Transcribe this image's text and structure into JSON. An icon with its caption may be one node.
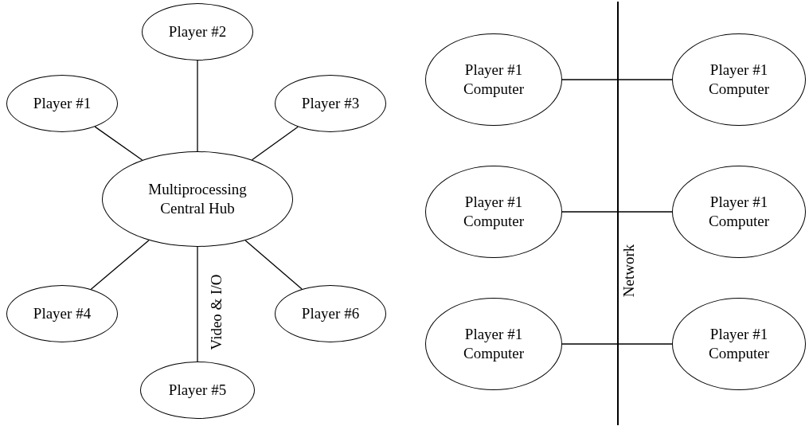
{
  "diagram": {
    "nodes": [
      {
        "text": [
          "Player #1"
        ]
      },
      {
        "text": [
          "Player #2"
        ]
      },
      {
        "text": [
          "Player #3"
        ]
      },
      {
        "text": [
          "Multiprocessing Central Hub"
        ]
      },
      {
        "text": [
          "Player #4"
        ]
      },
      {
        "text": [
          "Player #5"
        ]
      },
      {
        "text": [
          "Player #6"
        ]
      },
      {
        "text": [
          "Player #1 Computer"
        ]
      },
      {
        "text": [
          "Player #1 Computer"
        ]
      },
      {
        "text": [
          "Player #1 Computer"
        ]
      },
      {
        "text": [
          "Player #1 Computer"
        ]
      },
      {
        "text": [
          "Player #1 Computer"
        ]
      },
      {
        "text": [
          "Player #1 Computer"
        ]
      },
      {
        "text": [],
        "shape": "bar"
      }
    ],
    "edges": [
      {
        "from": 3,
        "to": 0,
        "arrow": "none"
      },
      {
        "from": 3,
        "to": 1,
        "arrow": "none"
      },
      {
        "from": 3,
        "to": 2,
        "arrow": "none"
      },
      {
        "from": 3,
        "to": 4,
        "arrow": "none"
      },
      {
        "from": 3,
        "to": 5,
        "arrow": "none",
        "label": "Video & I/O"
      },
      {
        "from": 3,
        "to": 6,
        "arrow": "none"
      },
      {
        "from": 7,
        "to": 13,
        "arrow": "none"
      },
      {
        "from": 13,
        "to": 8,
        "arrow": "none"
      },
      {
        "from": 9,
        "to": 13,
        "arrow": "none"
      },
      {
        "from": 13,
        "to": 10,
        "arrow": "none"
      },
      {
        "from": 11,
        "to": 13,
        "arrow": "none"
      },
      {
        "from": 13,
        "to": 12,
        "arrow": "none"
      }
    ],
    "labels": [
      "Network"
    ]
  }
}
